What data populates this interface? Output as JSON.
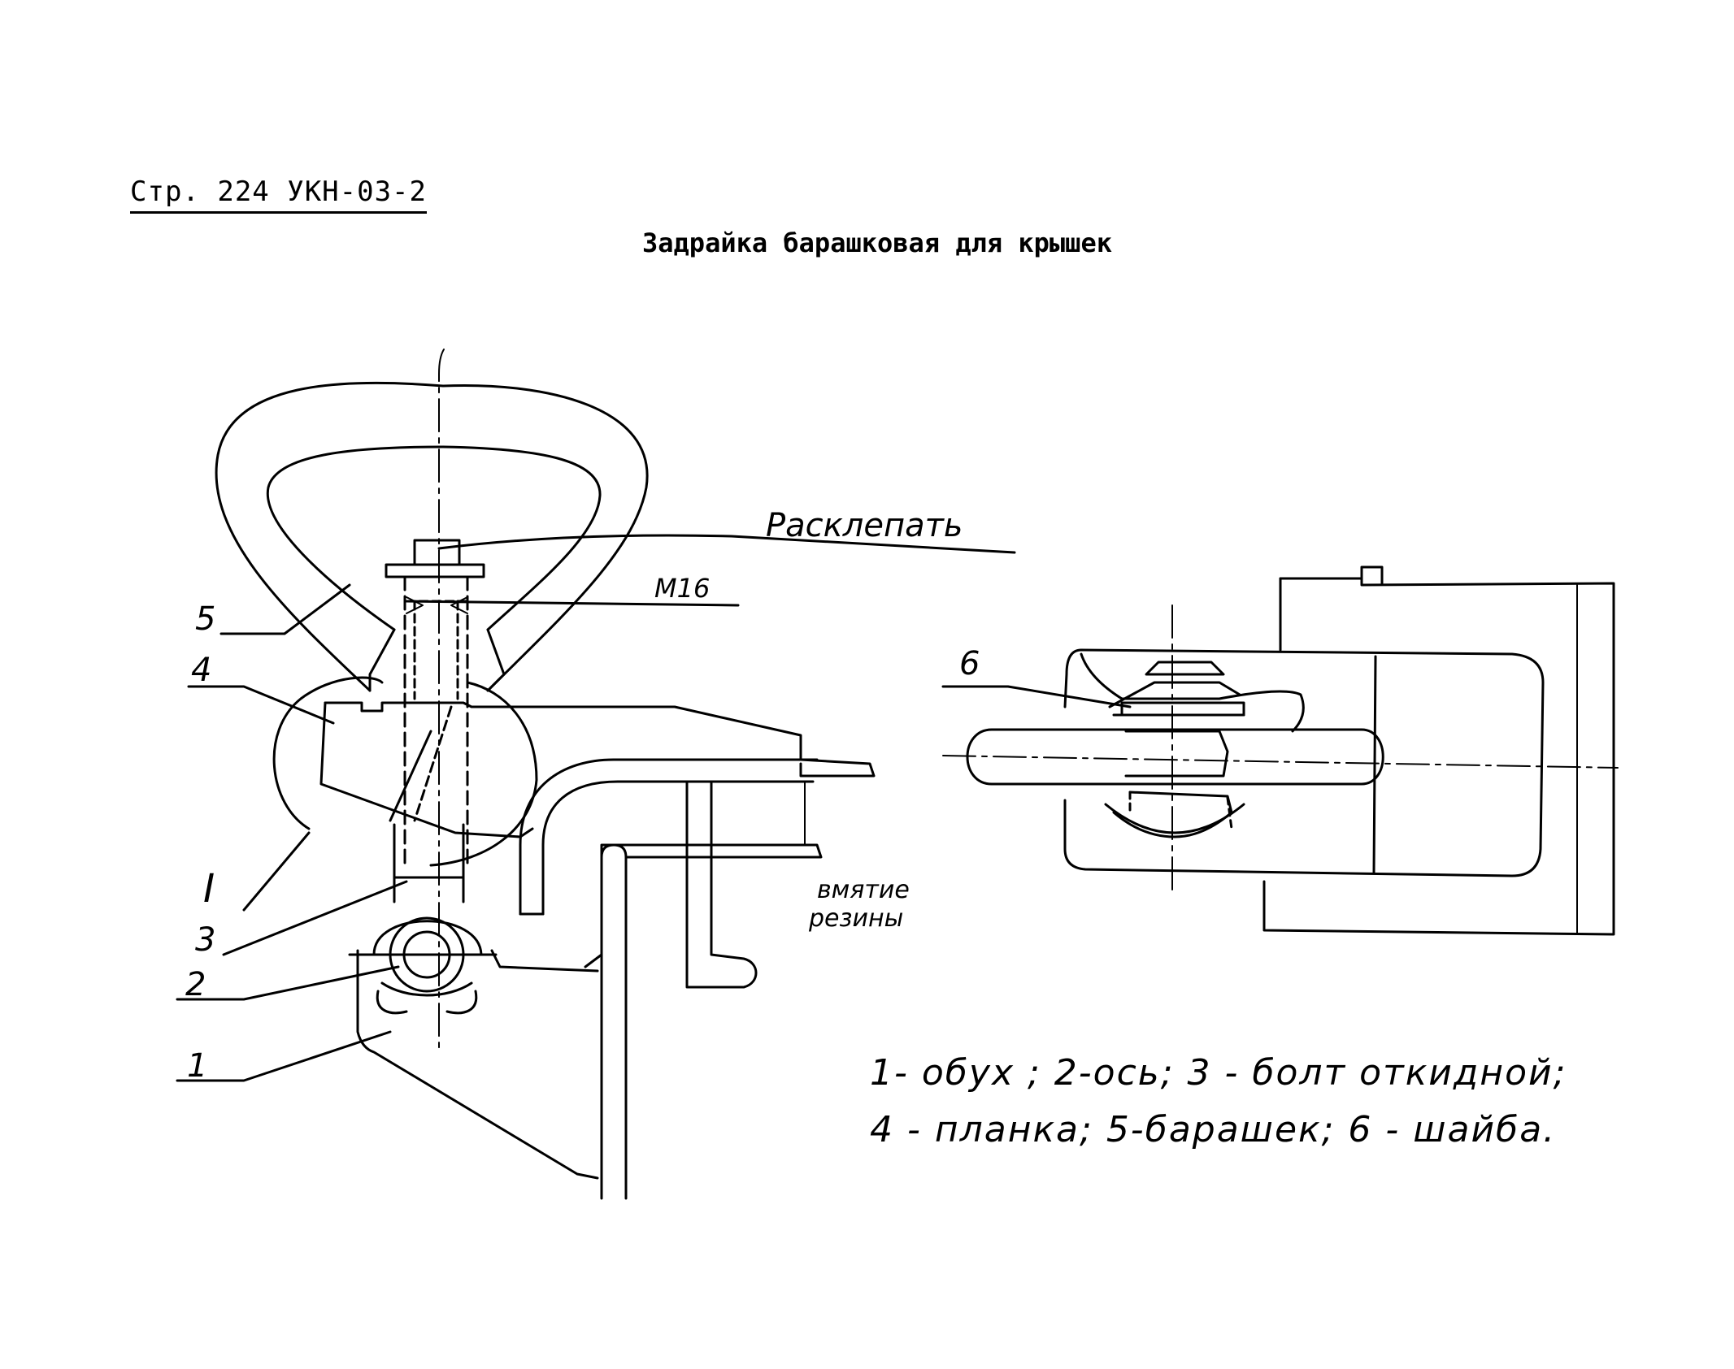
{
  "document": {
    "page_ref": "Стр. 224 УКН-03-2",
    "title": "Задрайка барашковая для крышек"
  },
  "labels": {
    "rivet_note": "Расклепать",
    "thread": "М16",
    "rubber_note_line1": "вмятие",
    "rubber_note_line2": "резины",
    "detail_mark": "I",
    "pos_1": "1",
    "pos_2": "2",
    "pos_3": "3",
    "pos_4": "4",
    "pos_5": "5",
    "pos_6": "6"
  },
  "legend": {
    "line1": "1- обух ;  2-ось;  3 - болт  откидной;",
    "line2": "4 - планка; 5-барашек;  6 - шайба."
  }
}
